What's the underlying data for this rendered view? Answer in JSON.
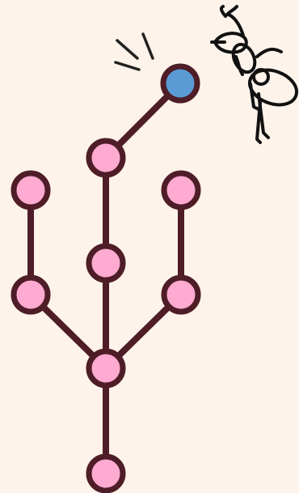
{
  "diagram": {
    "type": "node-tree",
    "colors": {
      "background": "#fdf3ea",
      "edge": "#4e1d27",
      "node_stroke": "#4e1d27",
      "node_default": "#ffaad0",
      "node_highlight": "#5a9bd6",
      "doodle": "#111111"
    },
    "nodes": [
      {
        "id": "n-top",
        "state": "highlighted"
      },
      {
        "id": "n-upper-mid",
        "state": "default"
      },
      {
        "id": "n-left-top",
        "state": "default"
      },
      {
        "id": "n-right-top",
        "state": "default"
      },
      {
        "id": "n-middle",
        "state": "default"
      },
      {
        "id": "n-left-mid",
        "state": "default"
      },
      {
        "id": "n-right-mid",
        "state": "default"
      },
      {
        "id": "n-hub",
        "state": "default"
      },
      {
        "id": "n-bottom",
        "state": "default"
      }
    ],
    "edges": [
      [
        "n-upper-mid",
        "n-top"
      ],
      [
        "n-upper-mid",
        "n-middle"
      ],
      [
        "n-middle",
        "n-hub"
      ],
      [
        "n-left-top",
        "n-left-mid"
      ],
      [
        "n-right-top",
        "n-right-mid"
      ],
      [
        "n-left-mid",
        "n-hub"
      ],
      [
        "n-right-mid",
        "n-hub"
      ],
      [
        "n-hub",
        "n-bottom"
      ]
    ],
    "decorations": [
      {
        "name": "ant-doodle-icon"
      },
      {
        "name": "spark-lines-icon"
      }
    ]
  }
}
